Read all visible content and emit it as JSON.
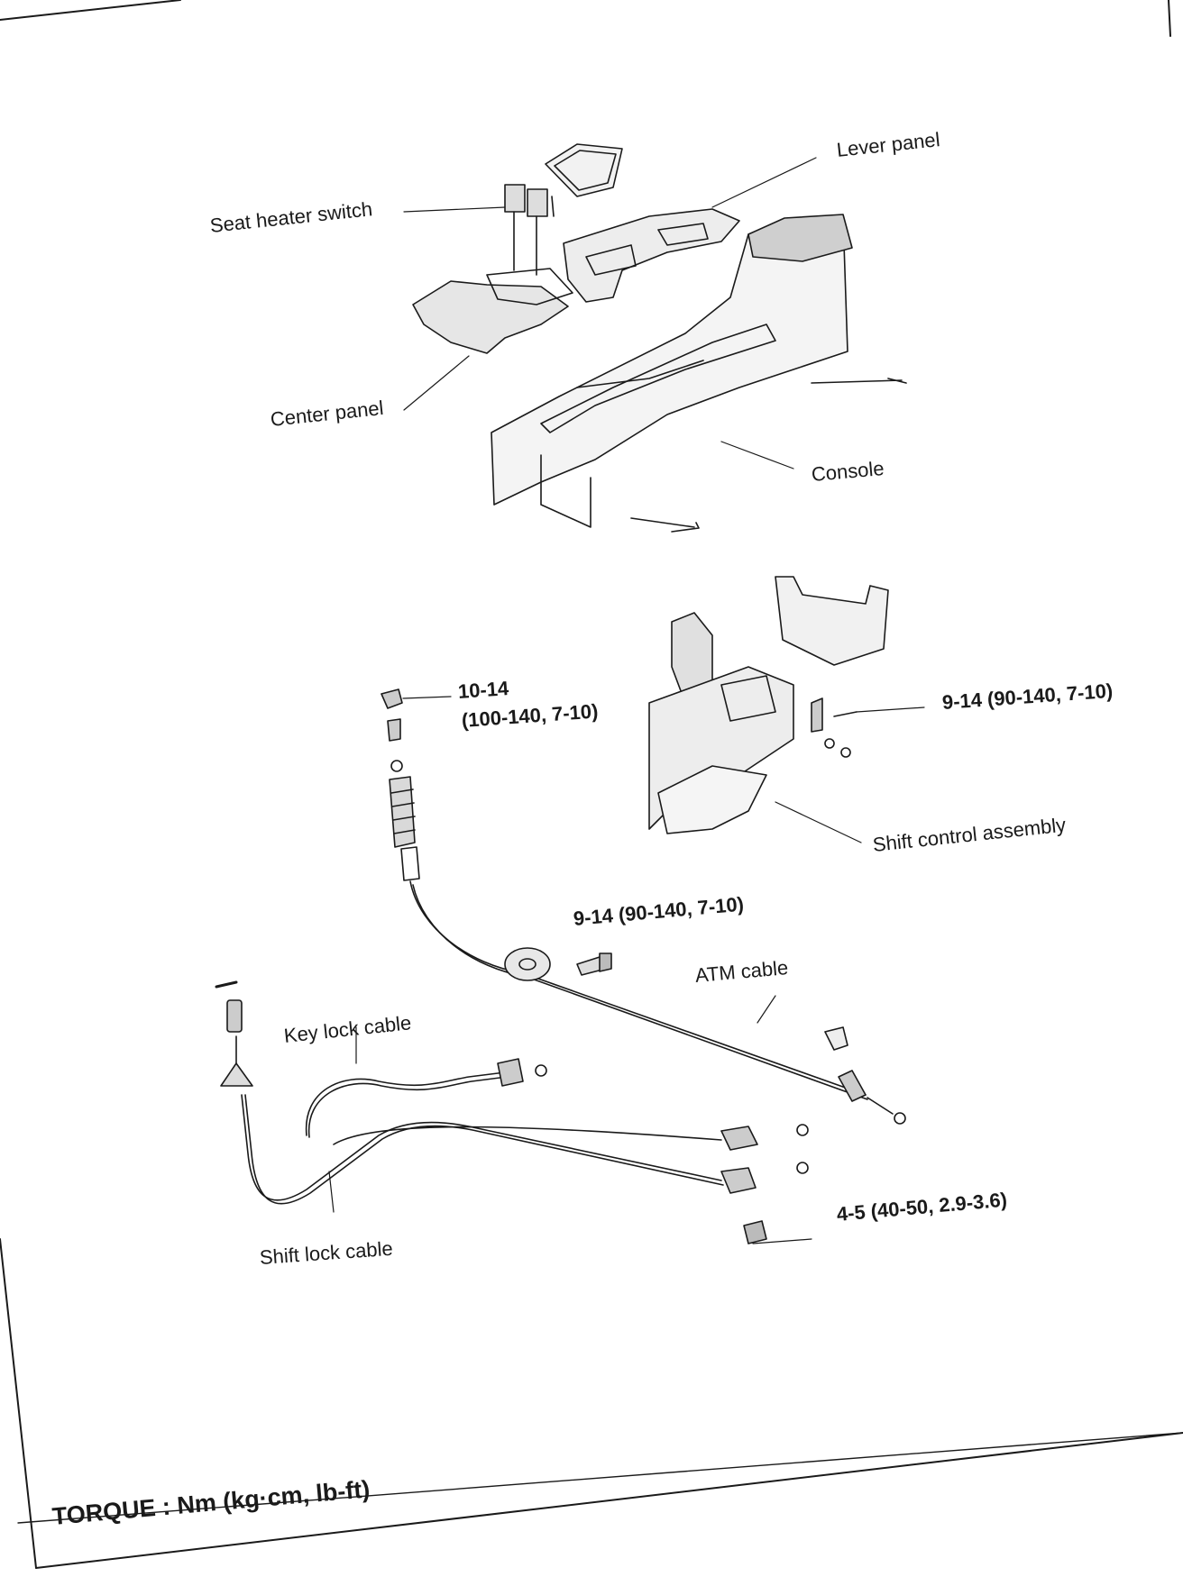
{
  "labels": {
    "lever_panel": "Lever panel",
    "seat_heater_switch": "Seat heater switch",
    "center_panel": "Center panel",
    "console": "Console",
    "shift_control_assembly": "Shift control assembly",
    "atm_cable": "ATM cable",
    "key_lock_cable": "Key lock cable",
    "shift_lock_cable": "Shift lock cable"
  },
  "torque_specs": {
    "nut_top_line1": "10-14",
    "nut_top_line2": "(100-140, 7-10)",
    "shift_bolt": "9-14 (90-140, 7-10)",
    "cable_bolt": "9-14 (90-140, 7-10)",
    "bottom_nut": "4-5 (40-50, 2.9-3.6)"
  },
  "footer": {
    "torque_units": "TORQUE : Nm (kg·cm, lb-ft)"
  },
  "colors": {
    "ink": "#1a1a1a",
    "paper": "#ffffff",
    "part_shade": "#d9d9d9"
  }
}
